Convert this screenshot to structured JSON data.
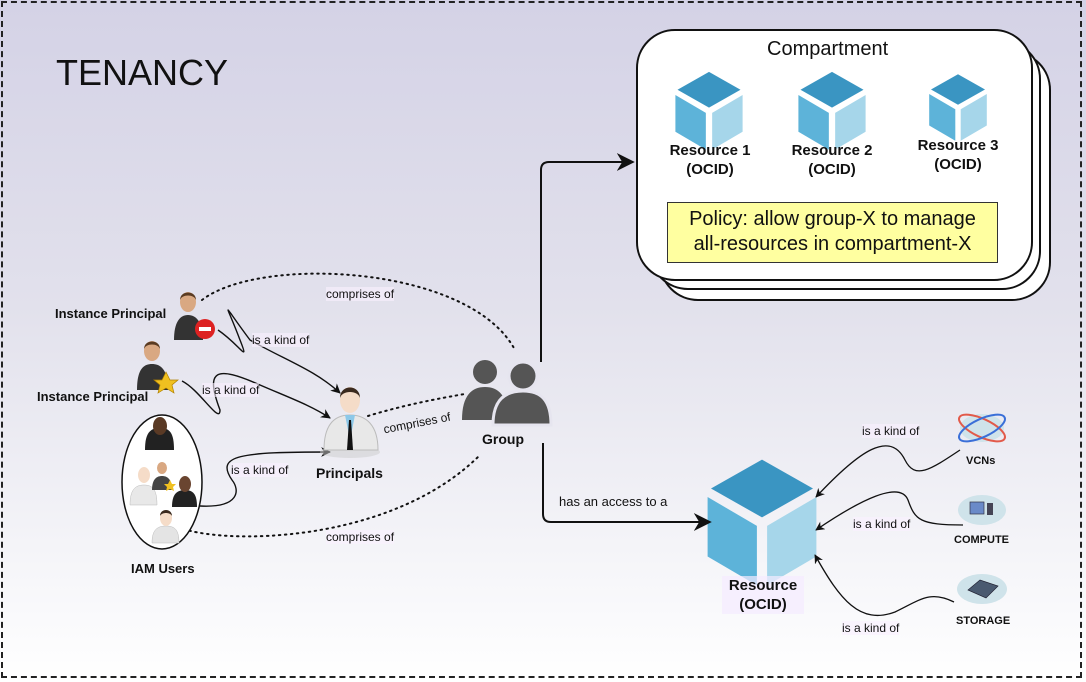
{
  "tenancy": {
    "title": "TENANCY"
  },
  "compartment": {
    "title": "Compartment",
    "resources": [
      {
        "name": "Resource 1",
        "id_label": "(OCID)"
      },
      {
        "name": "Resource 2",
        "id_label": "(OCID)"
      },
      {
        "name": "Resource 3",
        "id_label": "(OCID)"
      }
    ],
    "policy": {
      "line1": "Policy: allow group-X to manage",
      "line2": "all-resources in compartment-X"
    }
  },
  "principals": {
    "instance_principal_1": "Instance Principal",
    "instance_principal_2": "Instance Principal",
    "iam_users": "IAM Users",
    "principals_label": "Principals",
    "group_label": "Group"
  },
  "edges": {
    "is_a_kind_of_1": "is a kind of",
    "is_a_kind_of_2": "is a kind of",
    "is_a_kind_of_3": "is a kind of",
    "comprises_of_1": "comprises of",
    "comprises_of_2": "comprises of",
    "comprises_of_3": "comprises of",
    "has_access": "has an access to a",
    "res_kind_1": "is a kind of",
    "res_kind_2": "is a kind of",
    "res_kind_3": "is a kind of"
  },
  "resource": {
    "name": "Resource",
    "id_label": "(OCID)"
  },
  "resource_kinds": [
    {
      "name": "VCNs",
      "icon": "network-cloud-icon"
    },
    {
      "name": "COMPUTE",
      "icon": "compute-cloud-icon"
    },
    {
      "name": "STORAGE",
      "icon": "storage-cloud-icon"
    }
  ],
  "colors": {
    "cube_top": "#3a95c2",
    "cube_left": "#5db3d9",
    "cube_right": "#a6d6ea",
    "policy_bg": "#ffffa0",
    "group_icon": "#555555"
  }
}
